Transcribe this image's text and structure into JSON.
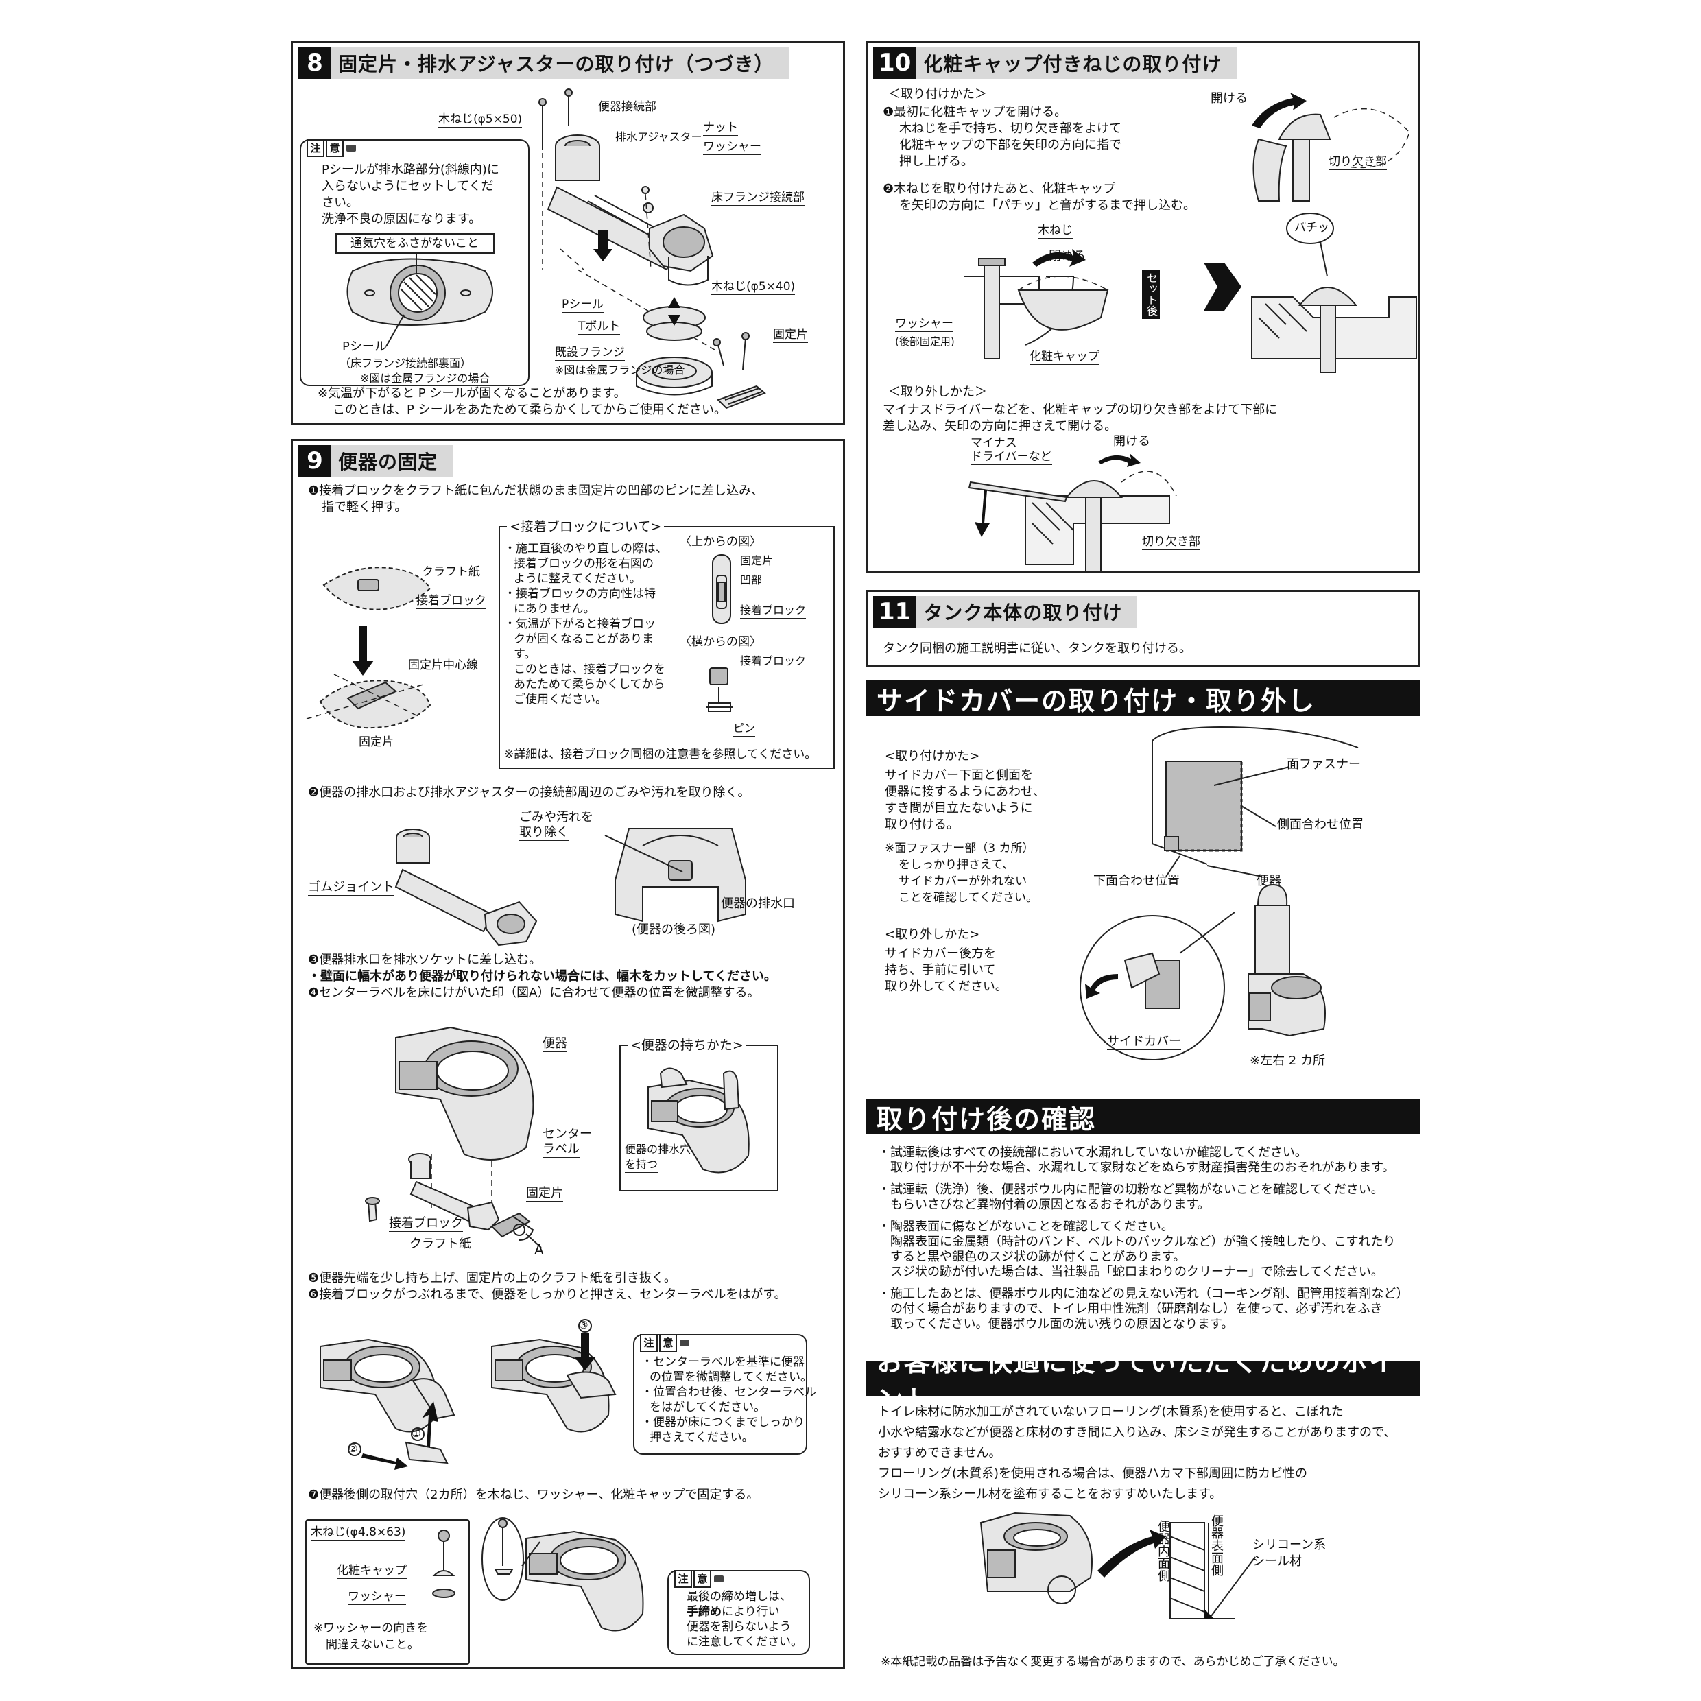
{
  "s8": {
    "num": "8",
    "title": "固定片・排水アジャスターの取り付け（つづき）",
    "labels": {
      "wood_screw_50": "木ねじ(φ5×50)",
      "bowl_joint": "便器接続部",
      "drain_adjuster": "排水アジャスター",
      "nut": "ナット",
      "washer": "ワッシャー",
      "floor_flange_joint": "床フランジ接続部",
      "p_seal": "Pシール",
      "t_bolt": "Tボルト",
      "existing_flange": "既設フランジ",
      "metal_flange_note": "※図は金属フランジの場合",
      "wood_screw_40": "木ねじ(φ5×40)",
      "fixing_piece": "固定片"
    },
    "caution": {
      "text1": "Pシールが排水路部分(斜線内)に",
      "text2": "入らないようにセットしてくだ",
      "text3": "さい。",
      "text4": "洗浄不良の原因になります。",
      "box_label": "通気穴をふさがないこと",
      "p_seal": "Pシール",
      "p_seal_sub": "（床フランジ接続部裏面）",
      "note": "※図は金属フランジの場合"
    },
    "foot1": "※気温が下がると P シールが固くなることがあります。",
    "foot2": "このときは、P シールをあたためて柔らかくしてからご使用ください。"
  },
  "s9": {
    "num": "9",
    "title": "便器の固定",
    "step1a": "❶接着ブロックをクラフト紙に包んだ状態のまま固定片の凹部のピンに差し込み、",
    "step1b": "指で軽く押す。",
    "kraft": "クラフト紙",
    "block": "接着ブロック",
    "center_line": "固定片中心線",
    "fixing_piece": "固定片",
    "about": {
      "title": "<接着ブロックについて>",
      "l1": "・施工直後のやり直しの際は、",
      "l2": "接着ブロックの形を右図の",
      "l3": "ように整えてください。",
      "l4": "・接着ブロックの方向性は特",
      "l5": "にありません。",
      "l6": "・気温が下がると接着ブロッ",
      "l7": "クが固くなることがありま",
      "l8": "す。",
      "l9": "このときは、接着ブロックを",
      "l10": "あたためて柔らかくしてから",
      "l11": "ご使用ください。",
      "top_view": "〈上からの図〉",
      "fix": "固定片",
      "recess": "凹部",
      "block": "接着ブロック",
      "side_view": "〈横からの図〉",
      "block2": "接着ブロック",
      "pin": "ピン",
      "detail": "※詳細は、接着ブロック同梱の注意書を参照してください。"
    },
    "step2": "❷便器の排水口および排水アジャスターの接続部周辺のごみや汚れを取り除く。",
    "dirt1": "ごみや汚れを",
    "dirt2": "取り除く",
    "rubber": "ゴムジョイント",
    "outlet": "便器の排水口",
    "rear": "(便器の後ろ図)",
    "step3": "❸便器排水口を排水ソケットに差し込む。",
    "step3b": "・壁面に幅木があり便器が取り付けられない場合には、幅木をカットしてください。",
    "step4": "❹センターラベルを床にけがいた印（図A）に合わせて便器の位置を微調整する。",
    "bowl": "便器",
    "center_label1": "センター",
    "center_label2": "ラベル",
    "fix2": "固定片",
    "block3": "接着ブロック",
    "kraft2": "クラフト紙",
    "a": "A",
    "hold": {
      "title": "<便器の持ちかた>",
      "l1": "便器の排水穴",
      "l2": "を持つ"
    },
    "step5": "❺便器先端を少し持ち上げ、固定片の上のクラフト紙を引き抜く。",
    "step6": "❻接着ブロックがつぶれるまで、便器をしっかりと押さえ、センターラベルをはがす。",
    "n1": "①",
    "n2": "②",
    "n3": "③",
    "caution2": {
      "l1": "・センターラベルを基準に便器",
      "l2": "の位置を微調整してください。",
      "l3": "・位置合わせ後、センターラベル",
      "l4": "をはがしてください。",
      "l5": "・便器が床につくまでしっかり",
      "l6": "押さえてください。"
    },
    "step7": "❼便器後側の取付穴（2カ所）を木ねじ、ワッシャー、化粧キャップで固定する。",
    "screw": "木ねじ(φ4.8×63)",
    "cap": "化粧キャップ",
    "washer": "ワッシャー",
    "wnote1": "※ワッシャーの向きを",
    "wnote2": "間違えないこと。",
    "caution3": {
      "l1": "最後の締め増しは、",
      "l2": "手締め",
      "l2b": "により行い",
      "l3": "便器を割らないよう",
      "l4": "に注意してください。"
    }
  },
  "s10": {
    "num": "10",
    "title": "化粧キャップ付きねじの取り付け",
    "how_attach": "＜取り付けかた＞",
    "a1": "❶最初に化粧キャップを開ける。",
    "a2": "木ねじを手で持ち、切り欠き部をよけて",
    "a3": "化粧キャップの下部を矢印の方向に指で",
    "a4": "押し上げる。",
    "open": "開ける",
    "notch": "切り欠き部",
    "b1": "❷木ねじを取り付けたあと、化粧キャップ",
    "b2": "を矢印の方向に「パチッ」と音がするまで押し込む。",
    "wood": "木ねじ",
    "close": "閉める",
    "washer": "ワッシャー",
    "washer_sub": "(後部固定用)",
    "cap": "化粧キャップ",
    "after_set": "セット後",
    "click": "パチッ",
    "how_remove": "＜取り外しかた＞",
    "r1": "マイナスドライバーなどを、化粧キャップの切り欠き部をよけて下部に",
    "r2": "差し込み、矢印の方向に押さえて開ける。",
    "driver1": "マイナス",
    "driver2": "ドライバーなど",
    "open2": "開ける",
    "notch2": "切り欠き部"
  },
  "s11": {
    "num": "11",
    "title": "タンク本体の取り付け",
    "text": "タンク同梱の施工説明書に従い、タンクを取り付ける。"
  },
  "side": {
    "title": "サイドカバーの取り付け・取り外し",
    "how": "<取り付けかた>",
    "l1": "サイドカバー下面と側面を",
    "l2": "便器に接するようにあわせ、",
    "l3": "すき間が目立たないように",
    "l4": "取り付ける。",
    "n1": "※面ファスナー部（3 カ所）",
    "n2": "をしっかり押さえて、",
    "n3": "サイドカバーが外れない",
    "n4": "ことを確認してください。",
    "fastener": "面ファスナー",
    "side_pos": "側面合わせ位置",
    "bottom_pos": "下面合わせ位置",
    "bowl": "便器",
    "remove": "<取り外しかた>",
    "r1": "サイドカバー後方を",
    "r2": "持ち、手前に引いて",
    "r3": "取り外してください。",
    "cover": "サイドカバー",
    "both": "※左右 2 カ所"
  },
  "check": {
    "title": "取り付け後の確認",
    "p1a": "・試運転後はすべての接続部において水漏れしていないか確認してください。",
    "p1b": "取り付けが不十分な場合、水漏れして家財などをぬらす財産損害発生のおそれがあります。",
    "p2a": "・試運転（洗浄）後、便器ボウル内に配管の切粉など異物がないことを確認してください。",
    "p2b": "もらいさびなど異物付着の原因となるおそれがあります。",
    "p3a": "・陶器表面に傷などがないことを確認してください。",
    "p3b": "陶器表面に金属類（時計のバンド、ベルトのバックルなど）が強く接触したり、こすれたり",
    "p3c": "すると黒や銀色のスジ状の跡が付くことがあります。",
    "p3d": "スジ状の跡が付いた場合は、当社製品「蛇口まわりのクリーナー」で除去してください。",
    "p4a": "・施工したあとは、便器ボウル内に油などの見えない汚れ（コーキング剤、配管用接着剤など）",
    "p4b": "の付く場合がありますので、トイレ用中性洗剤（研磨剤なし）を使って、必ず汚れをふき",
    "p4c": "取ってください。便器ボウル面の洗い残りの原因となります。"
  },
  "comfort": {
    "title": "お客様に快適に使っていただくためのポイント",
    "l1": "トイレ床材に防水加工がされていないフローリング(木質系)を使用すると、こぼれた",
    "l2": "小水や結露水などが便器と床材のすき間に入り込み、床シミが発生することがありますので、",
    "l3": "おすすめできません。",
    "l4": "フローリング(木質系)を使用される場合は、便器ハカマ下部周囲に防カビ性の",
    "l5": "シリコーン系シール材を塗布することをおすすめいたします。",
    "inner": "便器内面側",
    "surface": "便器表面側",
    "silicone1": "シリコーン系",
    "silicone2": "シール材"
  },
  "footer": "※本紙記載の品番は予告なく変更する場合がありますので、あらかじめご了承ください。"
}
